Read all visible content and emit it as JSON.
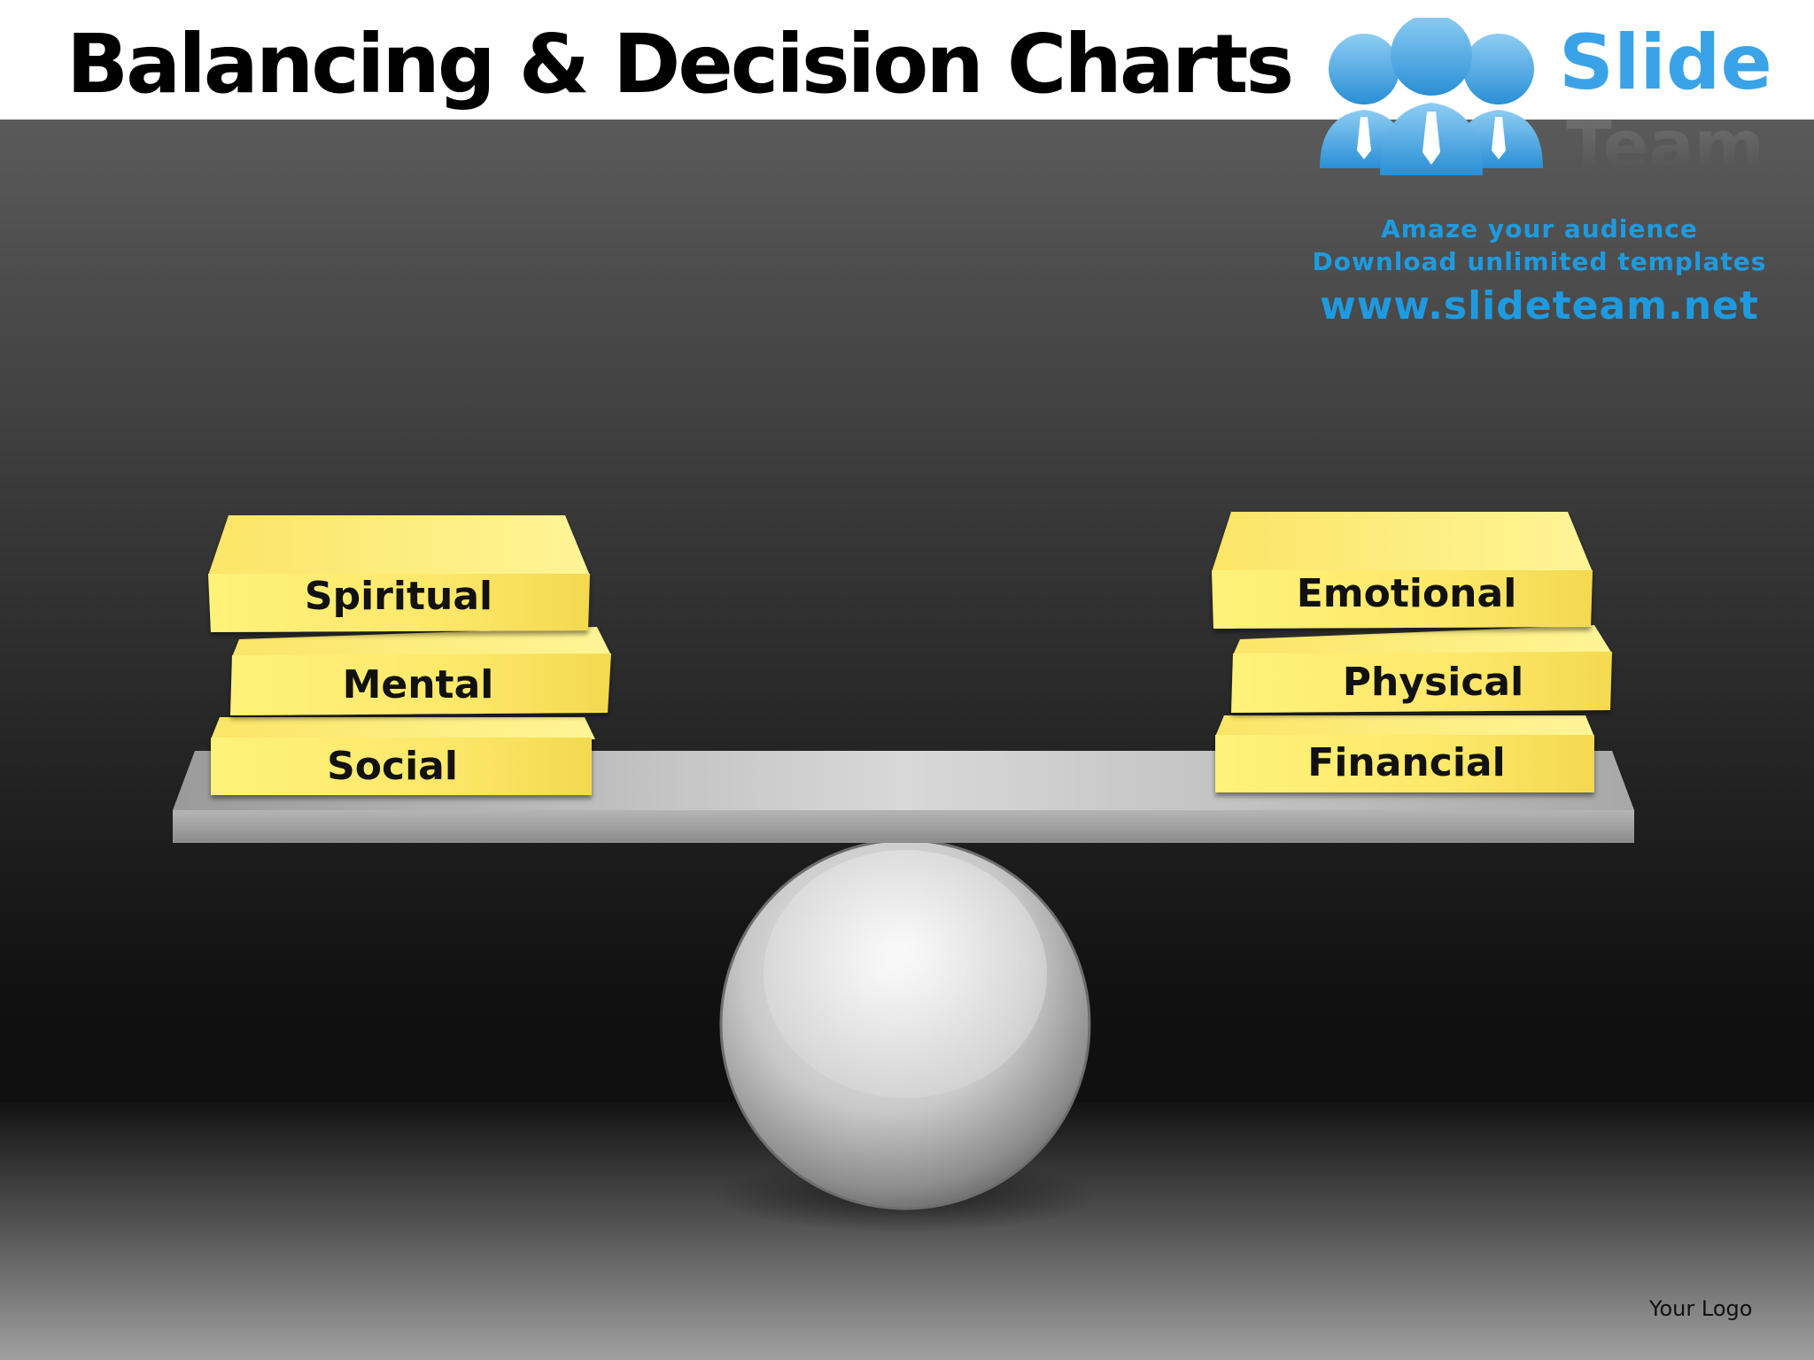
{
  "slide": {
    "title": "Balancing & Decision Charts",
    "footer_logo_text": "Your Logo"
  },
  "brand": {
    "logo_word1": "Slide",
    "logo_word2": "Team",
    "tagline_1": "Amaze your audience",
    "tagline_2": "Download unlimited templates",
    "url": "www.slideteam.net",
    "accent_color": "#1e9be0",
    "icon": "people-group-icon"
  },
  "balance": {
    "left_stack": [
      {
        "label": "Spiritual"
      },
      {
        "label": "Mental"
      },
      {
        "label": "Social"
      }
    ],
    "right_stack": [
      {
        "label": "Emotional"
      },
      {
        "label": "Physical"
      },
      {
        "label": "Financial"
      }
    ],
    "block_color": "#fde96a",
    "beam_color": "#c8c8c8",
    "fulcrum": "sphere"
  }
}
